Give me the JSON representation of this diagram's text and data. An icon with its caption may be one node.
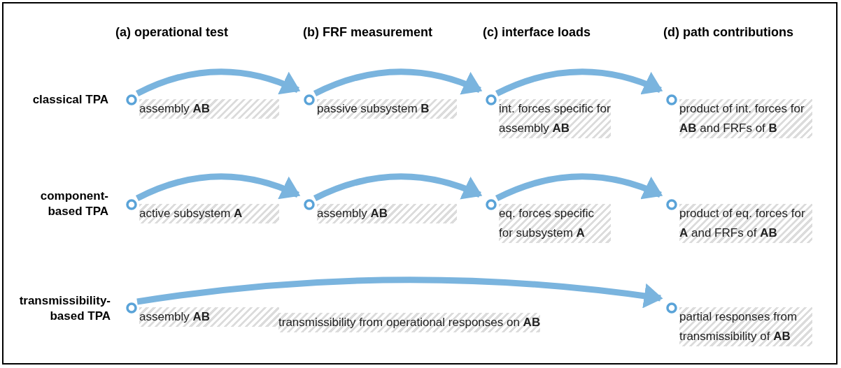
{
  "diagram": {
    "nodes": [
      {
        "text": [
          "assembly **AB**"
        ]
      },
      {
        "text": [
          "passive subsystem **B**"
        ]
      },
      {
        "text": [
          "int. forces specific for assembly **AB**"
        ]
      },
      {
        "text": [
          "product of int. forces for **AB** and FRFs of **B**"
        ]
      },
      {
        "text": [
          "active subsystem **A**"
        ]
      },
      {
        "text": [
          "assembly **AB**"
        ]
      },
      {
        "text": [
          "eq. forces specific for subsystem **A**"
        ]
      },
      {
        "text": [
          "product of eq. forces for **A** and FRFs of **AB**"
        ]
      },
      {
        "text": [
          "assembly **AB**"
        ]
      },
      {
        "text": [
          "partial responses from transmissibility of **AB**"
        ]
      }
    ],
    "edges": [
      {
        "from": 0,
        "to": 1,
        "arrow": "to"
      },
      {
        "from": 1,
        "to": 2,
        "arrow": "to"
      },
      {
        "from": 2,
        "to": 3,
        "arrow": "to"
      },
      {
        "from": 4,
        "to": 5,
        "arrow": "to"
      },
      {
        "from": 5,
        "to": 6,
        "arrow": "to"
      },
      {
        "from": 6,
        "to": 7,
        "arrow": "to"
      },
      {
        "from": 8,
        "to": 9,
        "arrow": "to"
      }
    ],
    "labels": [
      "(a) operational test",
      "(b) FRF measurement",
      "(c) interface loads",
      "(d) path contributions",
      "classical TPA",
      "component-based TPA",
      "transmissibility-based TPA",
      "transmissibility from operational responses on **AB**"
    ]
  }
}
